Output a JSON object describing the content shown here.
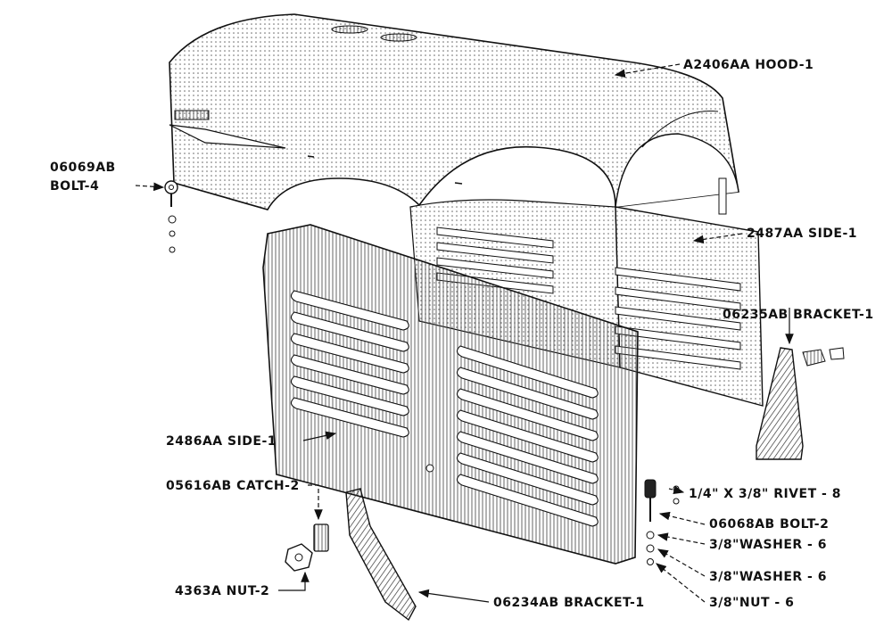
{
  "labels": {
    "hood": "A2406AA HOOD-1",
    "bolt4_code": "06069AB",
    "bolt4_name": "BOLT-4",
    "side_right": "2487AA SIDE-1",
    "bracket_right": "06235AB BRACKET-1",
    "side_left": "2486AA SIDE-1",
    "catch": "05616AB CATCH-2",
    "rivet": "1/4\" X 3/8\" RIVET - 8",
    "bolt2": "06068AB BOLT-2",
    "washer1": "3/8\"WASHER - 6",
    "washer2": "3/8\"WASHER - 6",
    "nut6": "3/8\"NUT - 6",
    "nut2": "4363A NUT-2",
    "bracket_left": "06234AB BRACKET-1"
  },
  "colors": {
    "ink": "#111111",
    "paper": "#ffffff",
    "shade": "#bdbdbd"
  }
}
